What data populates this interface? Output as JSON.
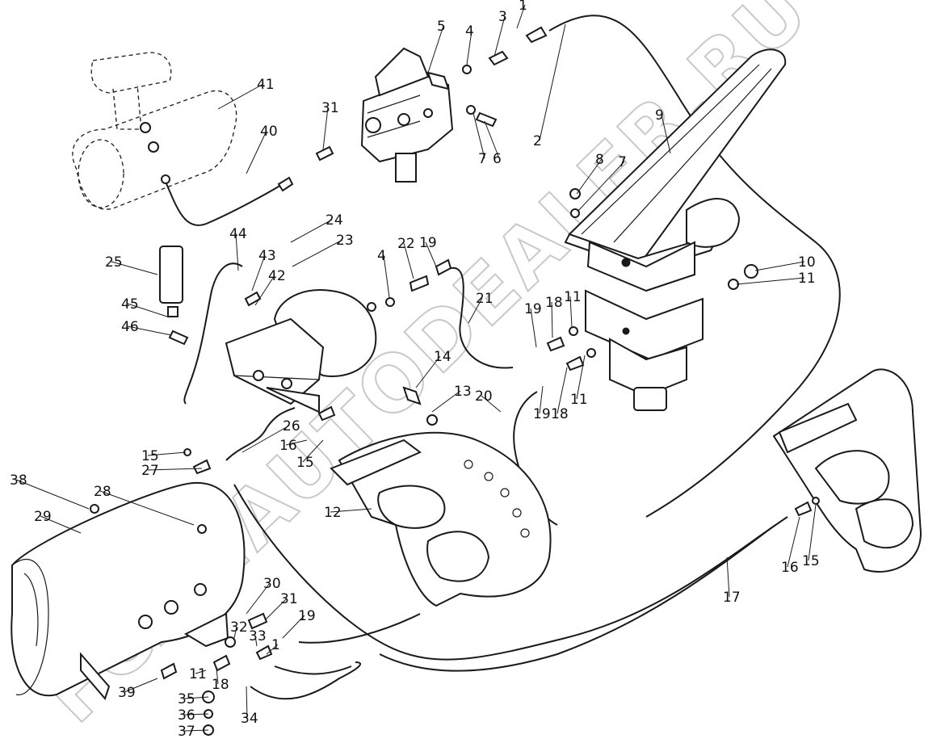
{
  "watermark": "FCAT.AUTODEALER.RU",
  "callouts": [
    "1",
    "2",
    "3",
    "4",
    "5",
    "6",
    "7",
    "8",
    "9",
    "10",
    "11",
    "12",
    "13",
    "14",
    "15",
    "16",
    "17",
    "18",
    "19",
    "20",
    "21",
    "22",
    "23",
    "24",
    "25",
    "26",
    "27",
    "28",
    "29",
    "30",
    "31",
    "32",
    "33",
    "34",
    "35",
    "36",
    "37",
    "38",
    "39",
    "40",
    "41",
    "42",
    "43",
    "44",
    "45",
    "46"
  ]
}
